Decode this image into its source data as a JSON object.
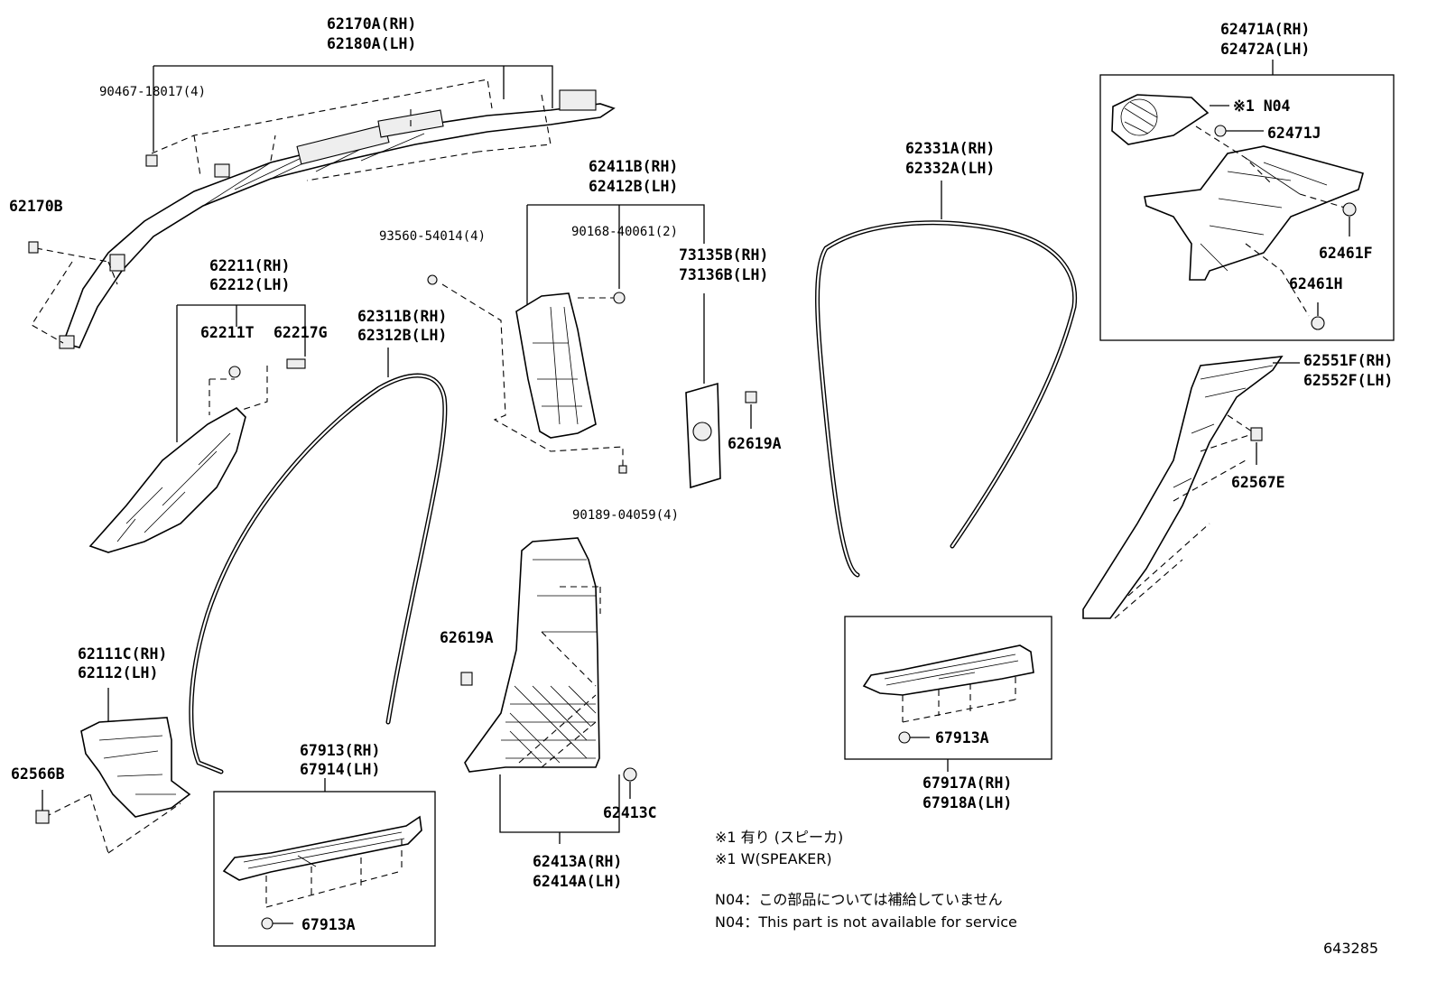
{
  "labels": {
    "p62170A": "62170A(RH)",
    "p62180A": "62180A(LH)",
    "p90467": "90467-18017(4)",
    "p62170B": "62170B",
    "p62211": "62211(RH)",
    "p62212": "62212(LH)",
    "p62211T": "62211T",
    "p62217G": "62217G",
    "p62311B": "62311B(RH)",
    "p62312B": "62312B(LH)",
    "p62111C": "62111C(RH)",
    "p62112": "62112(LH)",
    "p62566B": "62566B",
    "p67913": "67913(RH)",
    "p67914": "67914(LH)",
    "p67913A_1": "67913A",
    "p62411B": "62411B(RH)",
    "p62412B": "62412B(LH)",
    "p93560": "93560-54014(4)",
    "p90168": "90168-40061(2)",
    "p73135B": "73135B(RH)",
    "p73136B": "73136B(LH)",
    "p62619A_1": "62619A",
    "p90189": "90189-04059(4)",
    "p62619A_2": "62619A",
    "p62413C": "62413C",
    "p62413A": "62413A(RH)",
    "p62414A": "62414A(LH)",
    "p62331A": "62331A(RH)",
    "p62332A": "62332A(LH)",
    "p67913A_2": "67913A",
    "p67917A": "67917A(RH)",
    "p67918A": "67918A(LH)",
    "p62471A": "62471A(RH)",
    "p62472A": "62472A(LH)",
    "pN04": "※1 N04",
    "p62471J": "62471J",
    "p62461F": "62461F",
    "p62461H": "62461H",
    "p62551F": "62551F(RH)",
    "p62552F": "62552F(LH)",
    "p62567E": "62567E"
  },
  "notes": {
    "n1_ja": "※1  有り (スピーカ)",
    "n1_en": "※1  W(SPEAKER)",
    "n2_ja": "N04：この部品については補給していません",
    "n2_en": "N04：This part is not available for service"
  },
  "figure_id": "643285"
}
